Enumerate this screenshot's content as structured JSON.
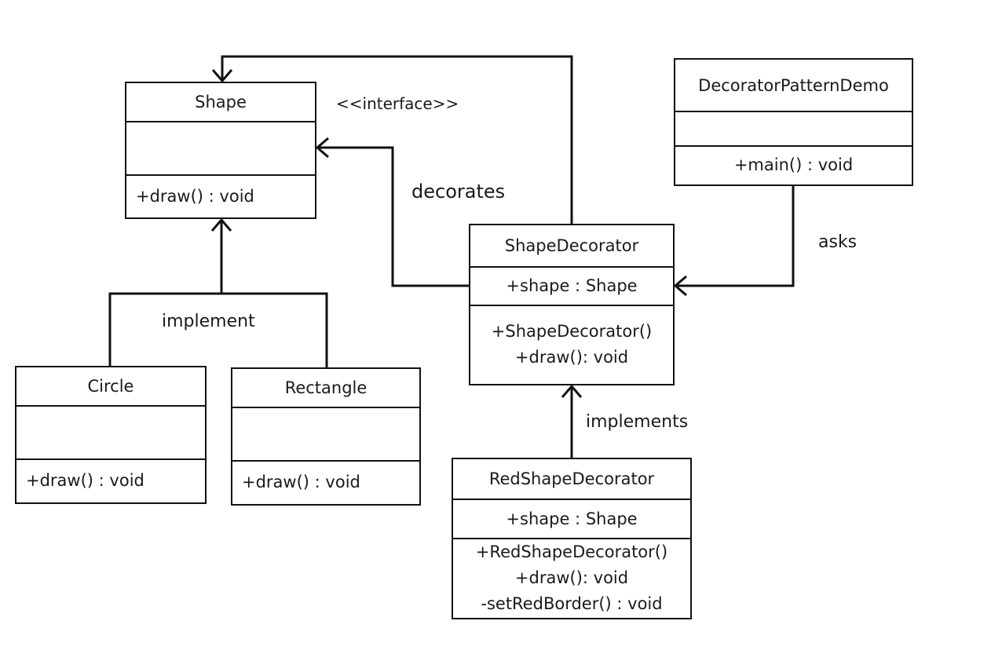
{
  "classes": {
    "shape": {
      "name": "Shape",
      "methods": [
        "+draw()  : void"
      ]
    },
    "circle": {
      "name": "Circle",
      "methods": [
        "+draw()  : void"
      ]
    },
    "rectangle": {
      "name": "Rectangle",
      "methods": [
        "+draw()  : void"
      ]
    },
    "shape_decorator": {
      "name": "ShapeDecorator",
      "attributes": [
        "+shape  : Shape"
      ],
      "methods": [
        "+ShapeDecorator()",
        "+draw():  void"
      ]
    },
    "red_shape_decorator": {
      "name": "RedShapeDecorator",
      "attributes": [
        "+shape  : Shape"
      ],
      "methods": [
        "+RedShapeDecorator()",
        "+draw():  void",
        "-setRedBorder()   : void"
      ]
    },
    "demo": {
      "name": "DecoratorPatternDemo",
      "methods": [
        "+main()  : void"
      ]
    }
  },
  "labels": {
    "stereotype": "<<interface>>",
    "decorates": "decorates",
    "implement": "implement",
    "implements": "implements",
    "asks": "asks"
  },
  "colors": {
    "line": "#111111",
    "background": "#ffffff"
  }
}
